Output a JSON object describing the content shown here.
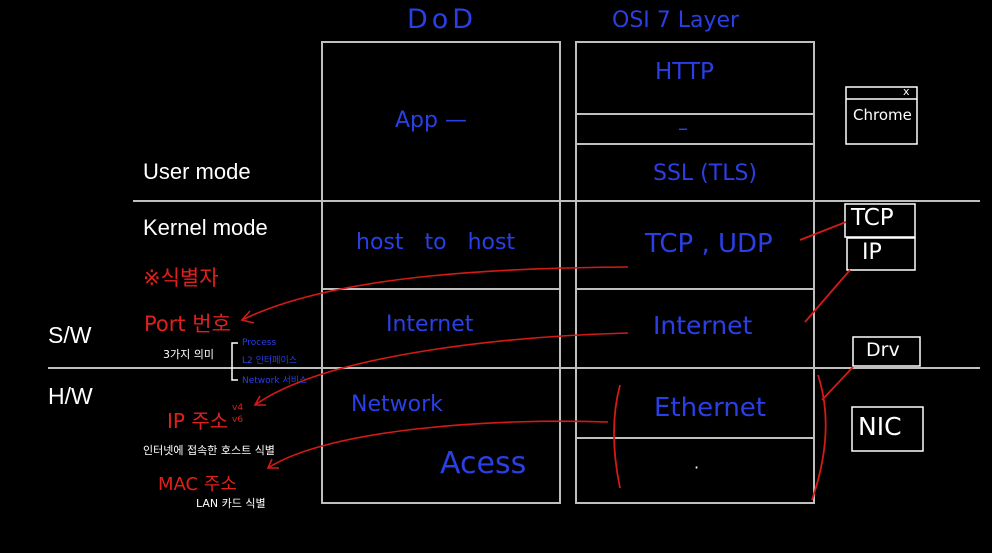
{
  "colors": {
    "background": "#000000",
    "blue_ink": "#2a3fe6",
    "red_ink": "#e0201c",
    "white_ink": "#ffffff",
    "divider": "#bfbfbf"
  },
  "headers": {
    "dod": "DoD",
    "osi": "OSI 7 Layer"
  },
  "modes": {
    "user": "User mode",
    "kernel": "Kernel mode",
    "sw": "S/W",
    "hw": "H/W"
  },
  "dod_layers": {
    "app": "App —",
    "host_to_host": "host to host",
    "internet": "Internet",
    "network": "Network",
    "access": "Acess"
  },
  "osi_layers": {
    "http": "HTTP",
    "dash": "–",
    "ssl": "SSL (TLS)",
    "tcp_udp": "TCP , UDP",
    "internet": "Internet",
    "ethernet": "Ethernet",
    "dot": "·"
  },
  "side_boxes": {
    "chrome": "Chrome",
    "chrome_close": "x",
    "tcp": "TCP",
    "ip": "IP",
    "drv": "Drv",
    "nic": "NIC"
  },
  "notes": {
    "identifier": "※식별자",
    "port_number": "Port 번호",
    "three_meanings": "3가지 의미",
    "process": "Process",
    "l2_interface": "L2 인터페이스",
    "network_service": "Network 서비스",
    "ip_address": "IP 주소",
    "v4": "v4",
    "v6": "v6",
    "ip_desc": "인터넷에 접속한 호스트 식별",
    "mac_address": "MAC 주소",
    "mac_desc": "LAN 카드 식별"
  }
}
